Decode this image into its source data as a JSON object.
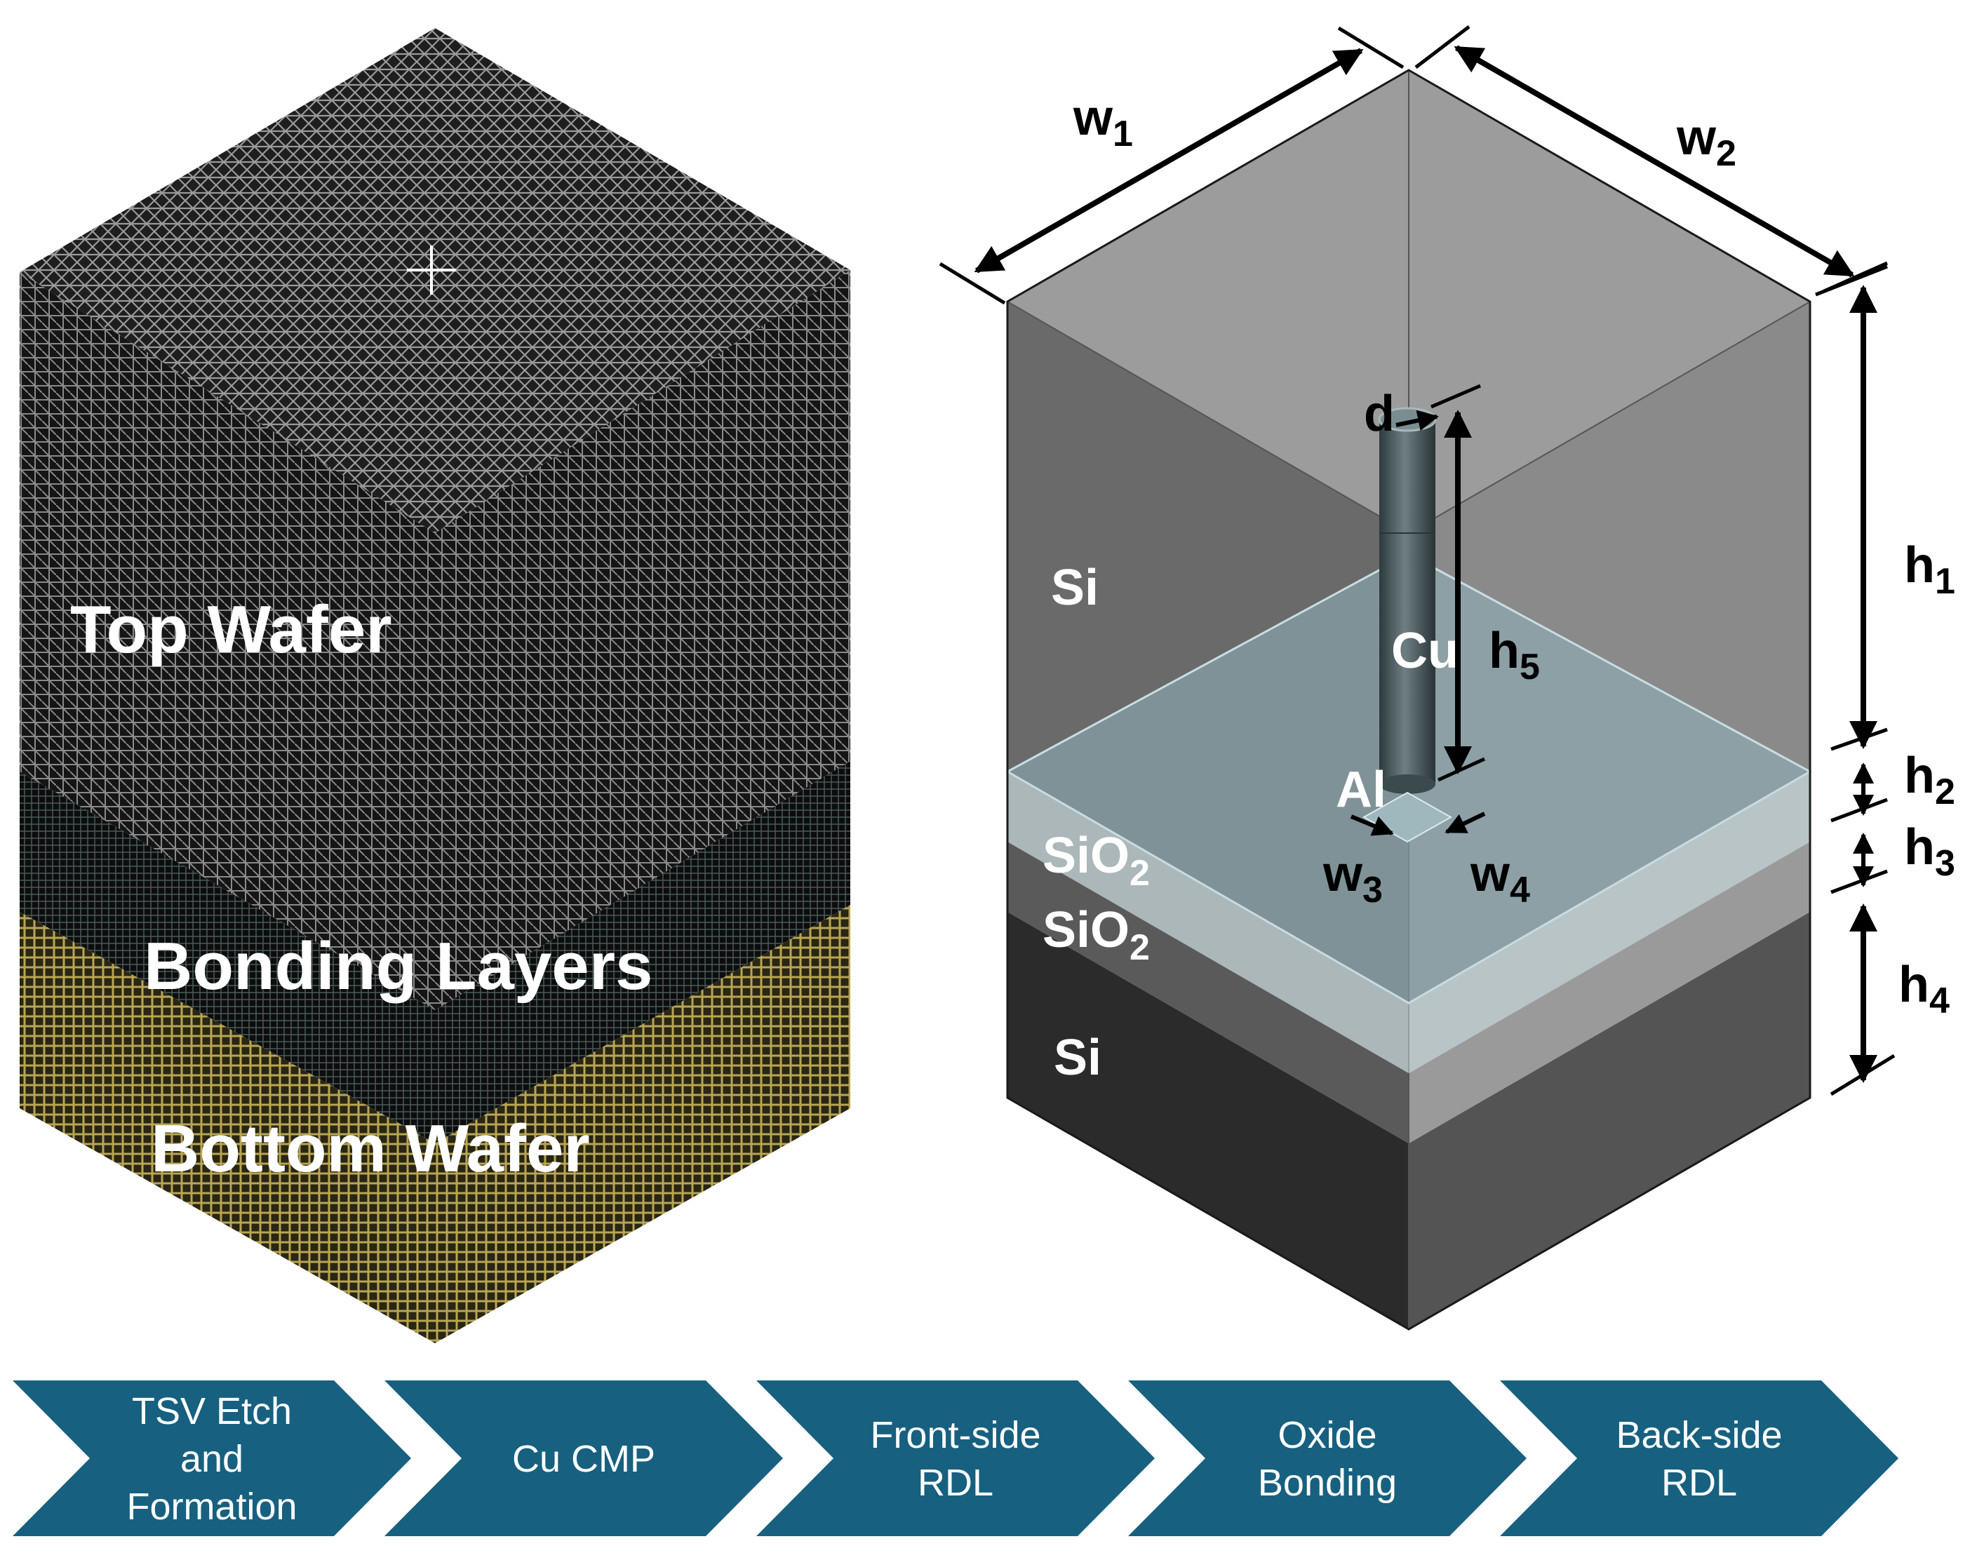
{
  "mesh_model": {
    "top_label": "Top Wafer",
    "middle_label": "Bonding Layers",
    "bottom_label": "Bottom Wafer"
  },
  "geometry_model": {
    "materials": {
      "si_top": "Si",
      "cu": "Cu",
      "al": "Al",
      "sio2_upper": {
        "base": "SiO",
        "sub": "2"
      },
      "sio2_lower": {
        "base": "SiO",
        "sub": "2"
      },
      "si_bottom": "Si"
    },
    "dimensions": {
      "w1": {
        "base": "w",
        "sub": "1"
      },
      "w2": {
        "base": "w",
        "sub": "2"
      },
      "w3": {
        "base": "w",
        "sub": "3"
      },
      "w4": {
        "base": "w",
        "sub": "4"
      },
      "h1": {
        "base": "h",
        "sub": "1"
      },
      "h2": {
        "base": "h",
        "sub": "2"
      },
      "h3": {
        "base": "h",
        "sub": "3"
      },
      "h4": {
        "base": "h",
        "sub": "4"
      },
      "h5": {
        "base": "h",
        "sub": "5"
      },
      "d": "d"
    }
  },
  "process_flow": {
    "steps": [
      {
        "lines": [
          "TSV Etch",
          "and",
          "Formation"
        ]
      },
      {
        "lines": [
          "Cu CMP"
        ]
      },
      {
        "lines": [
          "Front-side",
          "RDL"
        ]
      },
      {
        "lines": [
          "Oxide",
          "Bonding"
        ]
      },
      {
        "lines": [
          "Back-side",
          "RDL"
        ]
      }
    ]
  },
  "colors": {
    "chevron": "#17607f",
    "mesh_dark": "#1c1c1c",
    "mesh_gold": "#8a7c3a",
    "si_top": "#6e6e6e",
    "oxide": "#8fb2bb"
  }
}
